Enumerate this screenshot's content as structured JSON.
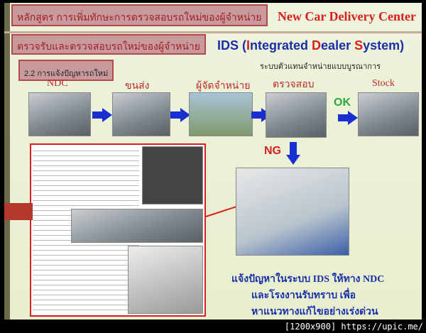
{
  "header": {
    "course_title": "หลักสูตร  การเพิ่มทักษะการตรวจสอบรถใหม่ของผู้จำหน่าย",
    "center_title": "New Car Delivery Center"
  },
  "section": {
    "title": "ตรวจรับและตรวจสอบรถใหม่ของผู้จำหน่าย",
    "subtitle": "2.2 การแจ้งปัญหารถใหม่"
  },
  "ids": {
    "open": "IDS (",
    "I": "I",
    "ntegrated": "ntegrated ",
    "D": "D",
    "ealer": "ealer ",
    "S": "S",
    "ystem": "ystem)",
    "subtitle": "ระบบตัวแทนจำหน่ายแบบบูรณาการ"
  },
  "flow": [
    {
      "label": "NDC"
    },
    {
      "label": "ขนส่ง"
    },
    {
      "label": "ผู้จัดจำหน่าย"
    },
    {
      "label": "ตรวจสอบ"
    },
    {
      "label": "Stock"
    }
  ],
  "ok_label": "OK",
  "ng_label": "NG",
  "message": [
    "แจ้งปัญหาในระบบ IDS ให้ทาง NDC",
    "และโรงงานรับทราบ เพื่อ",
    "หาแนวทางแก้ไขอย่างเร่งด่วน"
  ],
  "colors": {
    "red": "#d81e1e",
    "blue": "#1a2fa8",
    "ok_green": "#2aa838"
  },
  "watermark": "[1200x900] https://upic.me/"
}
